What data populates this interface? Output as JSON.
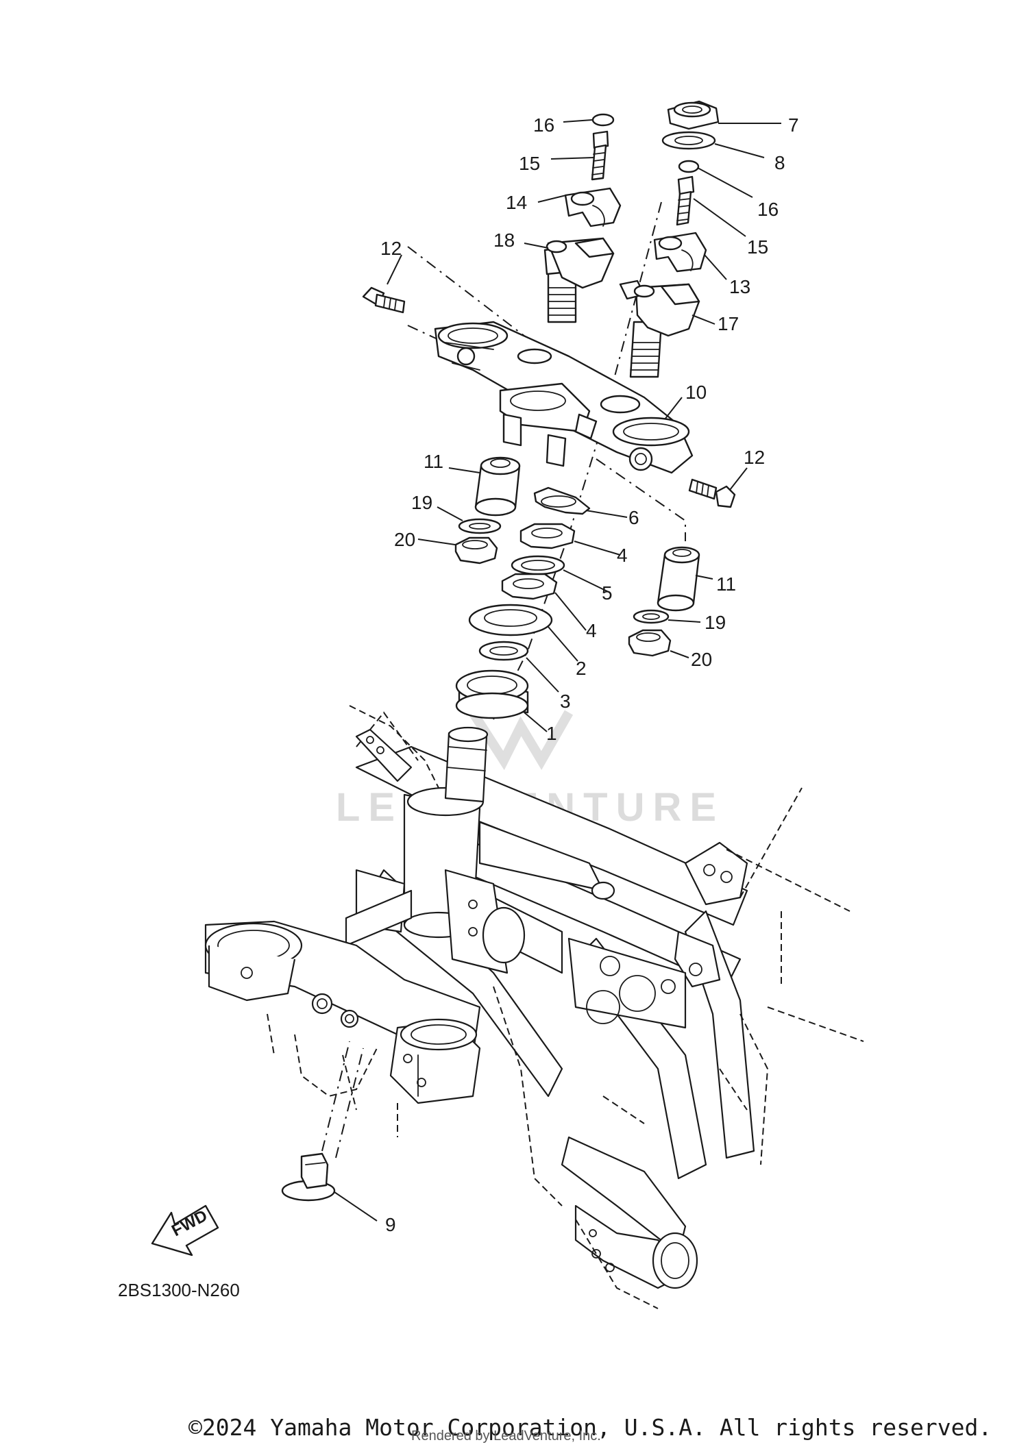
{
  "diagram_code": "2BS1300-N260",
  "copyright": "©2024 Yamaha Motor Corporation, U.S.A. All rights reserved.",
  "rendered_by": "Rendered by LeadVenture, Inc.",
  "watermark": "LEADVENTURE",
  "fwd_label": "FWD",
  "callouts": [
    {
      "id": "label-1",
      "text": "1"
    },
    {
      "id": "label-2",
      "text": "2"
    },
    {
      "id": "label-3",
      "text": "3"
    },
    {
      "id": "label-4a",
      "text": "4"
    },
    {
      "id": "label-4b",
      "text": "4"
    },
    {
      "id": "label-5",
      "text": "5"
    },
    {
      "id": "label-6",
      "text": "6"
    },
    {
      "id": "label-7",
      "text": "7"
    },
    {
      "id": "label-8",
      "text": "8"
    },
    {
      "id": "label-9",
      "text": "9"
    },
    {
      "id": "label-10",
      "text": "10"
    },
    {
      "id": "label-11a",
      "text": "11"
    },
    {
      "id": "label-11b",
      "text": "11"
    },
    {
      "id": "label-12a",
      "text": "12"
    },
    {
      "id": "label-12b",
      "text": "12"
    },
    {
      "id": "label-13",
      "text": "13"
    },
    {
      "id": "label-14",
      "text": "14"
    },
    {
      "id": "label-15a",
      "text": "15"
    },
    {
      "id": "label-15b",
      "text": "15"
    },
    {
      "id": "label-16a",
      "text": "16"
    },
    {
      "id": "label-16b",
      "text": "16"
    },
    {
      "id": "label-17",
      "text": "17"
    },
    {
      "id": "label-18",
      "text": "18"
    },
    {
      "id": "label-19a",
      "text": "19"
    },
    {
      "id": "label-19b",
      "text": "19"
    },
    {
      "id": "label-20a",
      "text": "20"
    },
    {
      "id": "label-20b",
      "text": "20"
    }
  ]
}
